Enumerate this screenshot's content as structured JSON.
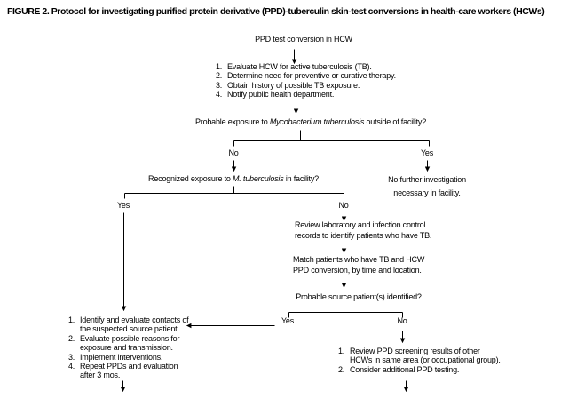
{
  "colors": {
    "background": "#ffffff",
    "text": "#000000",
    "line": "#000000"
  },
  "title": "FIGURE 2. Protocol for investigating purified protein derivative (PPD)-tuberculin skin-test conversions in health-care workers (HCWs)",
  "flow": {
    "start": "PPD test conversion in HCW",
    "initial_steps": [
      {
        "n": "1.",
        "lines": [
          "Evaluate HCW for active tuberculosis (TB)."
        ]
      },
      {
        "n": "2.",
        "lines": [
          "Determine need for preventive or curative therapy."
        ]
      },
      {
        "n": "3.",
        "lines": [
          "Obtain history of possible TB exposure."
        ]
      },
      {
        "n": "4.",
        "lines": [
          "Notify public health department."
        ]
      }
    ],
    "q_outside": {
      "pre": "Probable exposure to ",
      "italic": "Mycobacterium tuberculosis",
      "post": " outside of facility?"
    },
    "branch1": {
      "no": "No",
      "yes": "Yes"
    },
    "no_further": {
      "lines": [
        "No further investigation",
        "necessary in facility."
      ]
    },
    "q_in_facility": {
      "pre": "Recognized exposure to ",
      "italic": "M. tuberculosis",
      "post": " in facility?"
    },
    "branch2": {
      "yes": "Yes",
      "no": "No"
    },
    "review_records": {
      "lines": [
        "Review laboratory and infection control",
        "records to identify patients who have TB."
      ]
    },
    "match_patients": {
      "lines": [
        "Match patients who have TB and HCW",
        "PPD conversion, by time and location."
      ]
    },
    "q_source": "Probable source patient(s) identified?",
    "branch3": {
      "yes": "Yes",
      "no": "No"
    },
    "contacts_steps": [
      {
        "n": "1.",
        "lines": [
          "Identify and evaluate contacts of",
          "the suspected source patient."
        ]
      },
      {
        "n": "2.",
        "lines": [
          "Evaluate possible reasons for",
          "exposure and transmission."
        ]
      },
      {
        "n": "3.",
        "lines": [
          "Implement interventions."
        ]
      },
      {
        "n": "4.",
        "lines": [
          "Repeat PPDs and evaluation",
          "after 3 mos."
        ]
      }
    ],
    "no_source_steps": [
      {
        "n": "1.",
        "lines": [
          "Review PPD screening results of other",
          "HCWs in same area (or occupational group)."
        ]
      },
      {
        "n": "2.",
        "lines": [
          "Consider additional PPD testing."
        ]
      }
    ]
  }
}
